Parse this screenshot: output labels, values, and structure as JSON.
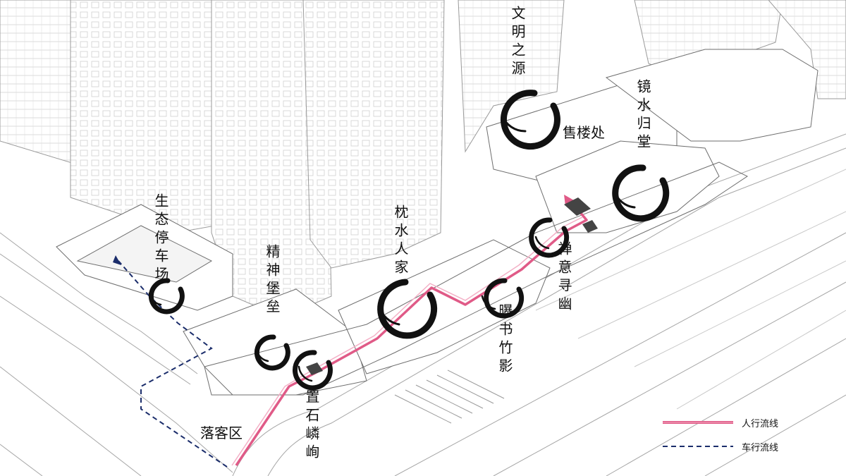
{
  "labels": {
    "wenming": "文明之源",
    "shoulou": "售楼处",
    "jingshui": "镜水归堂",
    "shengtai": "生态停车场",
    "jingshen": "精神堡垒",
    "zhenshui": "枕水人家",
    "chanyi": "禅意寻幽",
    "shushu": "曝书竹影",
    "zhishi": "置石嶙峋",
    "luoke": "落客区"
  },
  "legend": {
    "pedestrian": "人行流线",
    "vehicle": "车行流线"
  },
  "colors": {
    "pedestrian": "#e05a87",
    "vehicle": "#1b2d6b",
    "building_line": "#8e8e8e",
    "ink": "#111111"
  }
}
